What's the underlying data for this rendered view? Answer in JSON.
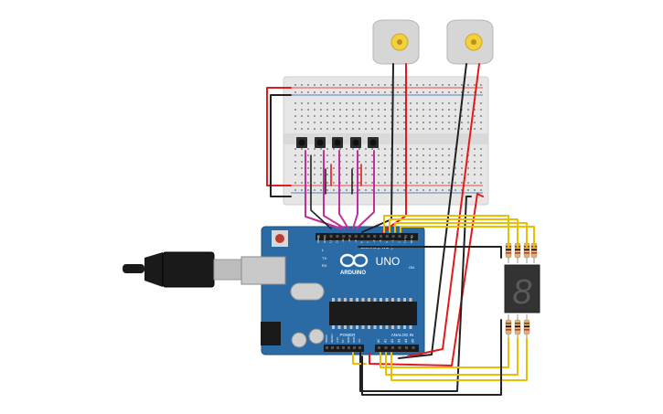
{
  "board": {
    "brand": "ARDUINO",
    "model": "UNO",
    "digital_header_label": "DIGITAL (PWM~)",
    "power_label": "POWER",
    "analog_label": "ANALOG IN",
    "on_label": "ON",
    "tx_label": "TX",
    "rx_label": "RX",
    "l_label": "L",
    "digital_pins": [
      "AREF",
      "GND",
      "13",
      "12",
      "~11",
      "~10",
      "~9",
      "8",
      "7",
      "~6",
      "~5",
      "4",
      "~3",
      "2",
      "TX 1",
      "RX 0"
    ],
    "power_pins": [
      "IOREF",
      "RESET",
      "3.3V",
      "5V",
      "GND",
      "GND",
      "Vin"
    ],
    "analog_pins": [
      "A0",
      "A1",
      "A2",
      "A3",
      "A4",
      "A5"
    ]
  },
  "display": {
    "digit": "8"
  },
  "colors": {
    "board": "#2a6ba6",
    "breadboard": "#e6e6e6",
    "wire_red": "#e01b1b",
    "wire_black": "#222222",
    "wire_yellow": "#e8c000",
    "wire_magenta": "#c0309c",
    "motor": "#d6d6d6",
    "motor_gear": "#f4d03f",
    "display_body": "#333333",
    "segment": "#555555"
  }
}
